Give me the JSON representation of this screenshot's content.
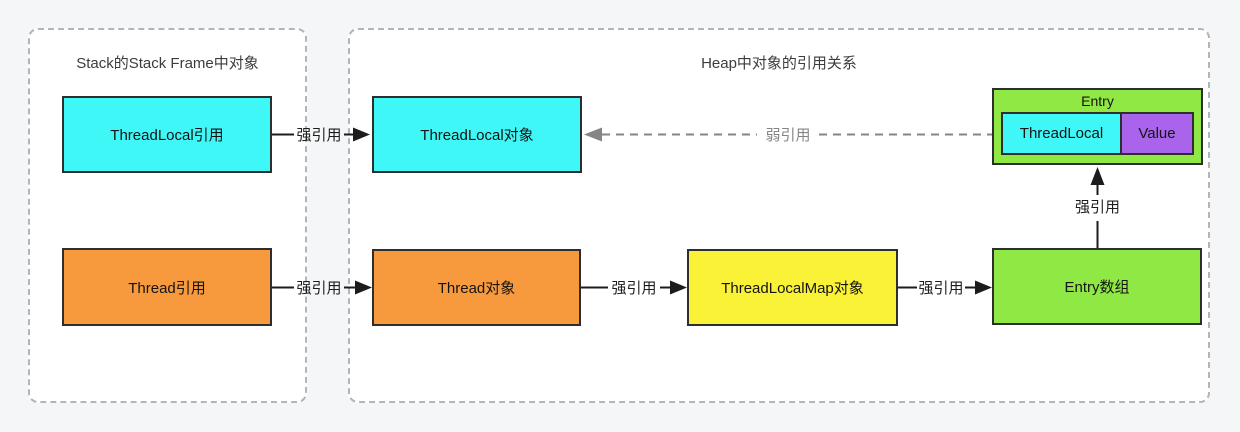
{
  "colors": {
    "page_bg": "#f5f6f7",
    "panel_bg": "#ffffff",
    "panel_dash_border": "#b5b5b5",
    "node_border": "#2e2e2e",
    "strong_edge": "#1c1c1c",
    "weak_edge": "#858585",
    "cyan": "#40f7f7",
    "orange": "#f79a3e",
    "yellow": "#f9f237",
    "green": "#90e845",
    "purple": "#aa63eb"
  },
  "panels": {
    "stack": {
      "title": "Stack的Stack Frame中对象"
    },
    "heap": {
      "title": "Heap中对象的引用关系"
    }
  },
  "nodes": {
    "threadlocal_ref": {
      "label": "ThreadLocal引用",
      "fill": "#40f7f7"
    },
    "thread_ref": {
      "label": "Thread引用",
      "fill": "#f79a3e"
    },
    "threadlocal_obj": {
      "label": "ThreadLocal对象",
      "fill": "#40f7f7"
    },
    "thread_obj": {
      "label": "Thread对象",
      "fill": "#f79a3e"
    },
    "threadlocalmap_obj": {
      "label": "ThreadLocalMap对象",
      "fill": "#f9f237"
    },
    "entry_array": {
      "label": "Entry数组",
      "fill": "#90e845"
    },
    "entry": {
      "label": "Entry",
      "fill": "#90e845"
    },
    "entry_key": {
      "label": "ThreadLocal",
      "fill": "#40f7f7"
    },
    "entry_value": {
      "label": "Value",
      "fill": "#aa63eb"
    }
  },
  "edges": [
    {
      "from": "threadlocal_ref",
      "to": "threadlocal_obj",
      "label": "强引用",
      "type": "strong"
    },
    {
      "from": "thread_ref",
      "to": "thread_obj",
      "label": "强引用",
      "type": "strong"
    },
    {
      "from": "thread_obj",
      "to": "threadlocalmap_obj",
      "label": "强引用",
      "type": "strong"
    },
    {
      "from": "threadlocalmap_obj",
      "to": "entry_array",
      "label": "强引用",
      "type": "strong"
    },
    {
      "from": "entry_array",
      "to": "entry",
      "label": "强引用",
      "type": "strong"
    },
    {
      "from": "entry_key",
      "to": "threadlocal_obj",
      "label": "弱引用",
      "type": "weak"
    }
  ]
}
